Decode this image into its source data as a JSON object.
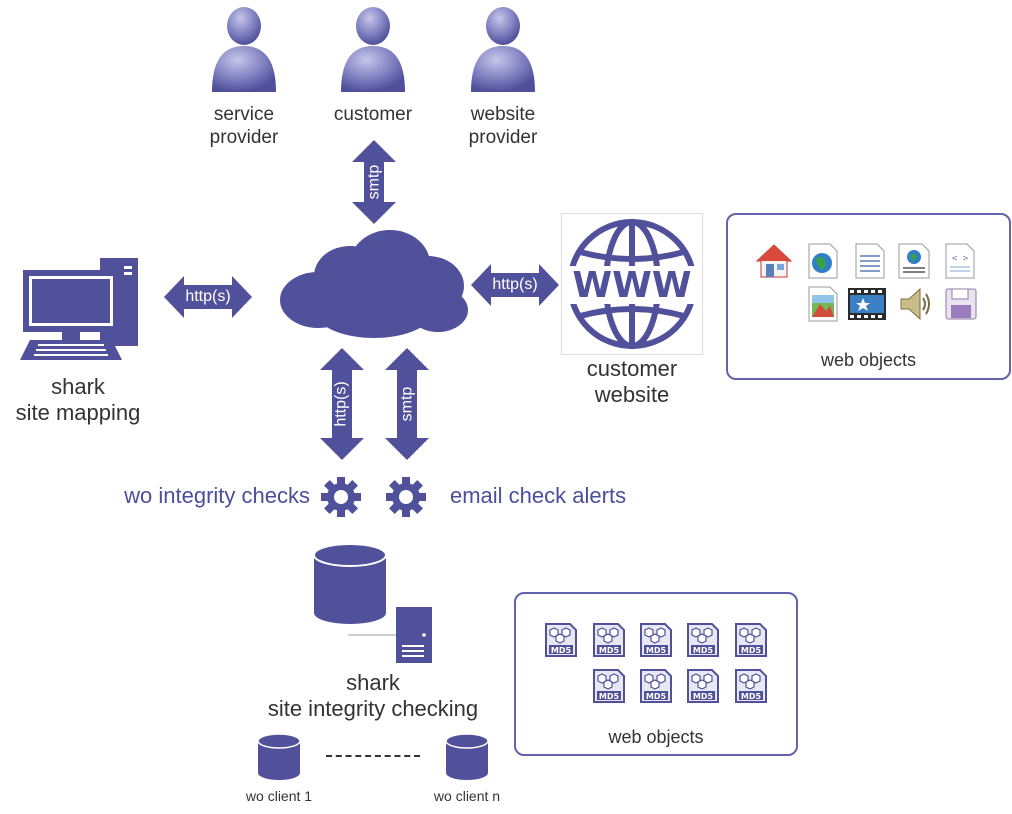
{
  "colors": {
    "primary": "#51519b",
    "person_gradient_light": "#b8b8e0",
    "person_gradient_dark": "#4f4f9c",
    "box_border": "#6262ad",
    "label_text": "#333333",
    "accent_text": "#4d4d9e"
  },
  "people": [
    {
      "line1": "service",
      "line2": "provider"
    },
    {
      "line1": "customer",
      "line2": ""
    },
    {
      "line1": "website",
      "line2": "provider"
    }
  ],
  "arrows": {
    "smtp_top": "smtp",
    "http_left": "http(s)",
    "http_right": "http(s)",
    "http_down": "http(s)",
    "smtp_down": "smtp"
  },
  "computer": {
    "line1": "shark",
    "line2": "site mapping",
    "icon": "desktop-computer-icon"
  },
  "cloud": {
    "icon": "cloud-icon"
  },
  "website": {
    "line1": "customer",
    "line2": "website",
    "icon": "www-globe-icon"
  },
  "web_objects_top": {
    "label": "web objects",
    "icons": [
      "home-icon",
      "globe-page-icon",
      "text-list-icon",
      "web-page-icon",
      "code-file-icon",
      "image-file-icon",
      "film-icon",
      "speaker-icon",
      "floppy-disk-icon"
    ]
  },
  "gears": {
    "left_label": "wo integrity checks",
    "right_label": "email check alerts",
    "icon": "gear-icon"
  },
  "server": {
    "line1": "shark",
    "line2": "site integrity checking",
    "icon": "database-server-icon"
  },
  "clients": {
    "first": "wo client 1",
    "last": "wo client n",
    "icon": "database-icon"
  },
  "web_objects_bottom": {
    "label": "web objects",
    "md5_label": "MD5",
    "row1_count": 5,
    "row2_count": 4
  }
}
